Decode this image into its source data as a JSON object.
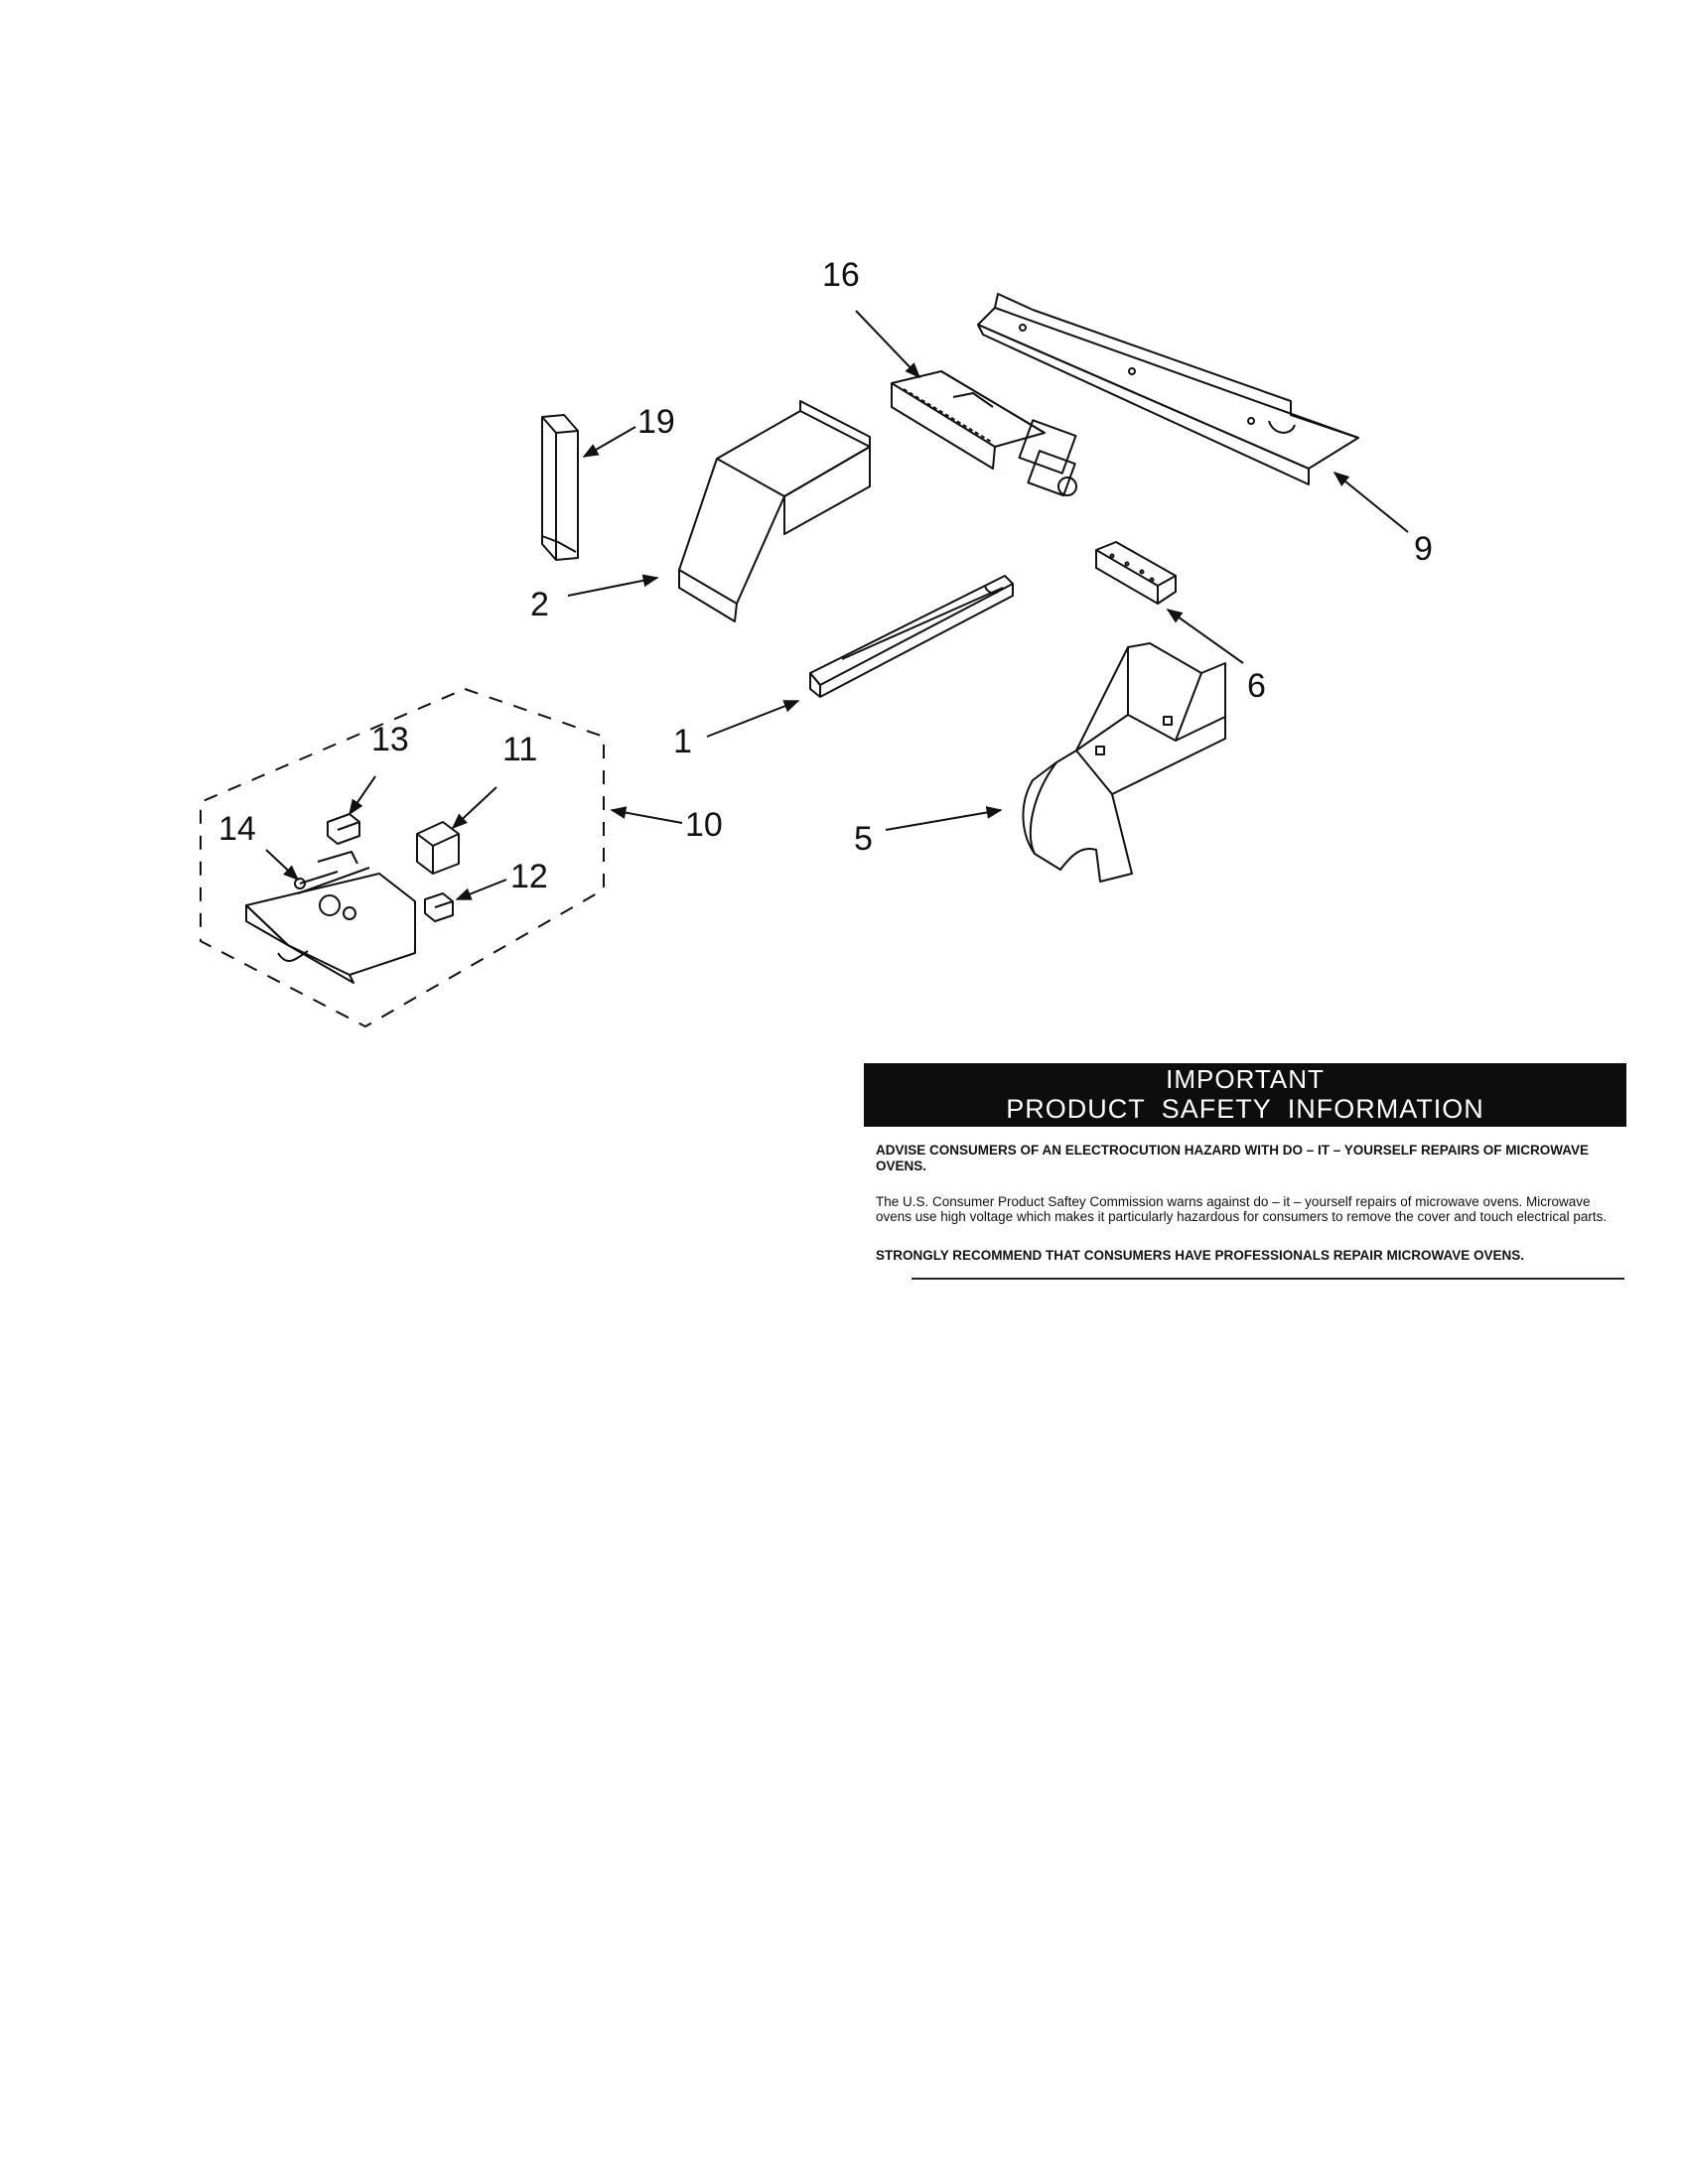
{
  "diagram": {
    "callouts": {
      "c1": "1",
      "c2": "2",
      "c5": "5",
      "c6": "6",
      "c9": "9",
      "c10": "10",
      "c11": "11",
      "c12": "12",
      "c13": "13",
      "c14": "14",
      "c16": "16",
      "c19": "19"
    }
  },
  "safety": {
    "heading_line1": "IMPORTANT",
    "heading_line2": "PRODUCT  SAFETY  INFORMATION",
    "advise": "ADVISE CONSUMERS OF AN ELECTROCUTION HAZARD WITH DO – IT – YOURSELF REPAIRS OF MICROWAVE OVENS.",
    "body": "The U.S. Consumer Product Saftey Commission warns against do – it – yourself repairs of microwave ovens. Microwave ovens use high voltage which makes it particularly hazardous for consumers to remove the cover and touch electrical parts.",
    "recommend": "STRONGLY RECOMMEND THAT CONSUMERS HAVE PROFESSIONALS REPAIR MICROWAVE OVENS."
  }
}
